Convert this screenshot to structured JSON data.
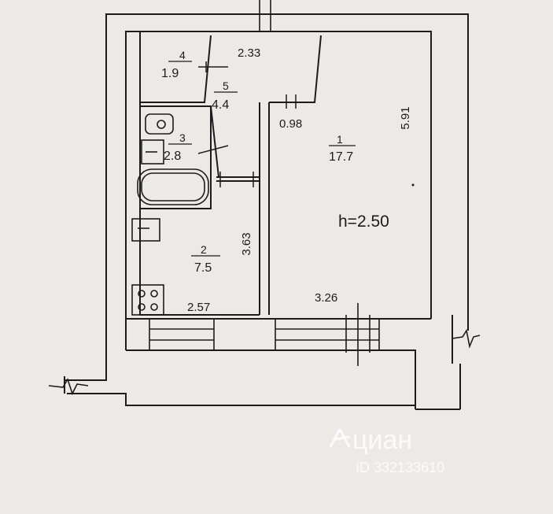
{
  "floor_plan": {
    "ceiling_height": "h=2.50",
    "rooms": [
      {
        "number": "1",
        "area": "17.7"
      },
      {
        "number": "2",
        "area": "7.5"
      },
      {
        "number": "3",
        "area": "2.8"
      },
      {
        "number": "4",
        "area": "1.9"
      },
      {
        "number": "5",
        "area": "4.4"
      }
    ],
    "dimensions": {
      "top_corridor_width": "2.33",
      "room1_right_side": "5.91",
      "room1_doorway": "0.98",
      "kitchen_side": "3.63",
      "kitchen_bottom": "2.57",
      "room1_bottom": "3.26"
    }
  },
  "watermark": {
    "brand": "циан",
    "listing_id": "ID 332133610"
  },
  "colors": {
    "paper": "#eceae6",
    "ink": "#1c1c1c",
    "watermark": "#ffffff"
  }
}
